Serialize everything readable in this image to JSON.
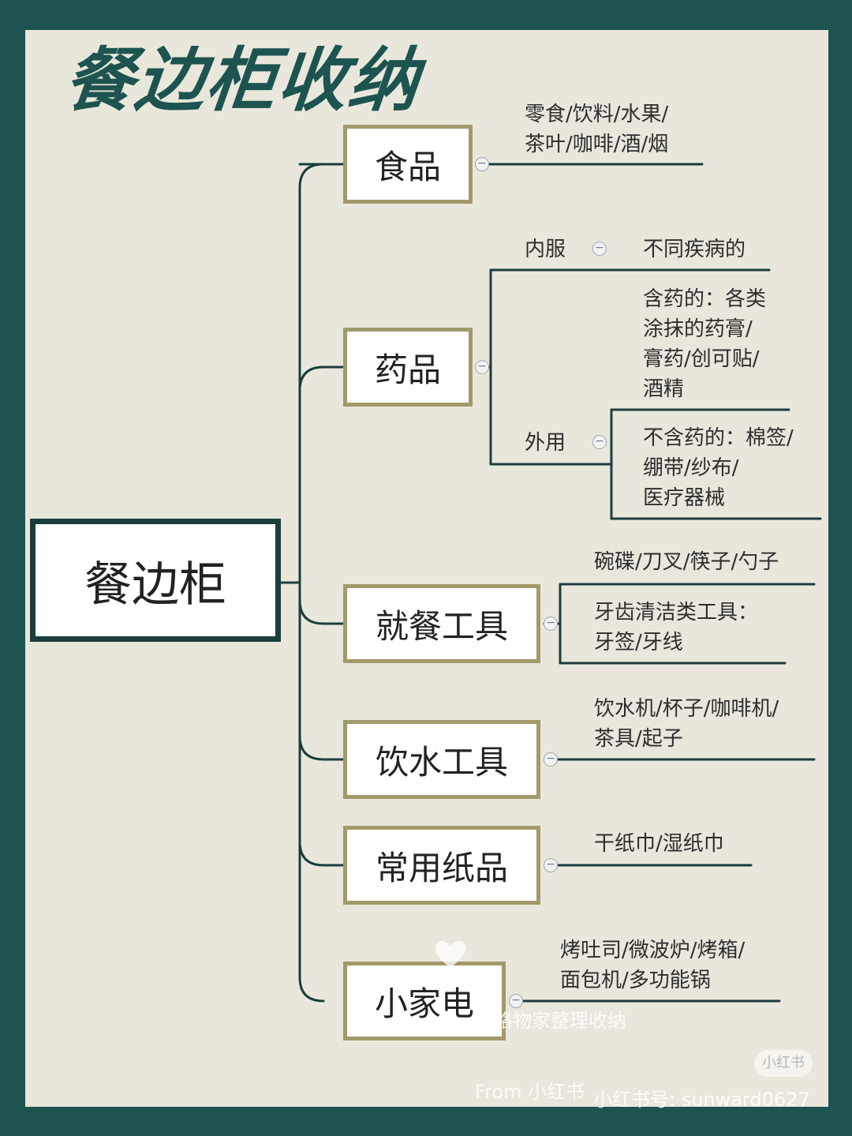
{
  "title": "餐边柜收纳",
  "root": "餐边柜",
  "branches": {
    "food": {
      "label": "食品",
      "items": [
        "零食/饮料/水果/\n茶叶/咖啡/酒/烟"
      ]
    },
    "medicine": {
      "label": "药品",
      "internal": {
        "label": "内服",
        "items": [
          "不同疾病的"
        ]
      },
      "external": {
        "label": "外用",
        "items": [
          "含药的：各类\n涂抹的药膏/\n膏药/创可贴/\n酒精",
          "不含药的：棉签/\n绷带/纱布/\n医疗器械"
        ]
      }
    },
    "dining": {
      "label": "就餐工具",
      "items": [
        "碗碟/刀叉/筷子/勺子",
        "牙齿清洁类工具：\n牙签/牙线"
      ]
    },
    "drinking": {
      "label": "饮水工具",
      "items": [
        "饮水机/杯子/咖啡机/\n茶具/起子"
      ]
    },
    "paper": {
      "label": "常用纸品",
      "items": [
        "干纸巾/湿纸巾"
      ]
    },
    "appliance": {
      "label": "小家电",
      "items": [
        "烤吐司/微波炉/烤箱/\n面包机/多功能锅"
      ]
    }
  },
  "collapse_icon": "−",
  "watermark": {
    "line1": "@格物家整理收纳",
    "line2": "From 小红书"
  },
  "badge": "小红书",
  "account": "小红书号: sunward0627",
  "colors": {
    "frame": "#1d5450",
    "background": "#e9e7dc",
    "node_border": "#a19a6a",
    "line": "#1b3e3b"
  }
}
